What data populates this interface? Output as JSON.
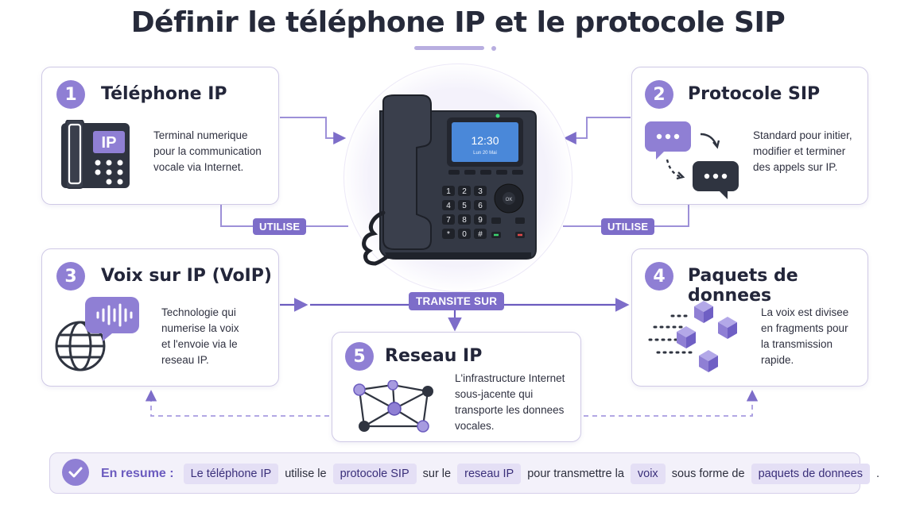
{
  "title": "Définir le téléphone IP et le protocole SIP",
  "cards": [
    {
      "number": "1",
      "title": "Téléphone IP",
      "lines": [
        "Terminal numerique",
        "pour la communication",
        "vocale via Internet."
      ]
    },
    {
      "number": "2",
      "title": "Protocole SIP",
      "lines": [
        "Standard pour initier,",
        "modifier et terminer",
        "des appels sur IP."
      ]
    },
    {
      "number": "3",
      "title": "Voix sur IP (VoIP)",
      "lines": [
        "Technologie qui",
        "numerise la voix",
        "et l'envoie via le",
        "reseau IP."
      ]
    },
    {
      "number": "4",
      "title": "Paquets de donnees",
      "lines": [
        "La voix est divisee",
        "en fragments pour",
        "la transmission",
        "rapide."
      ]
    },
    {
      "number": "5",
      "title": "Reseau IP",
      "lines": [
        "L'infrastructure Internet",
        "sous-jacente qui",
        "transporte les donnees",
        "vocales."
      ]
    }
  ],
  "connectors": {
    "left_label": "UTILISE",
    "right_label": "UTILISE",
    "center_label": "TRANSITE SUR"
  },
  "phone": {
    "screen_time": "12:30",
    "screen_date": "Lun 20 Mai",
    "keys": [
      "1",
      "2",
      "3",
      "4",
      "5",
      "6",
      "7",
      "8",
      "9",
      "*",
      "0",
      "#"
    ],
    "ok_label": "OK"
  },
  "icons": {
    "ip_phone_label": "IP"
  },
  "summary": {
    "lead": "En resume :",
    "parts": [
      {
        "chip": true,
        "text": "Le téléphone IP"
      },
      {
        "chip": false,
        "text": "utilise le"
      },
      {
        "chip": true,
        "text": "protocole SIP"
      },
      {
        "chip": false,
        "text": "sur le"
      },
      {
        "chip": true,
        "text": "reseau IP"
      },
      {
        "chip": false,
        "text": "pour transmettre la"
      },
      {
        "chip": true,
        "text": "voix"
      },
      {
        "chip": false,
        "text": "sous forme de"
      },
      {
        "chip": true,
        "text": "paquets de donnees"
      },
      {
        "chip": false,
        "text": "."
      }
    ]
  },
  "colors": {
    "accent": "#8f7fd4",
    "accent_dark": "#7d6dc9",
    "icon_dark": "#2f3440",
    "card_border": "#cfc9e6"
  }
}
